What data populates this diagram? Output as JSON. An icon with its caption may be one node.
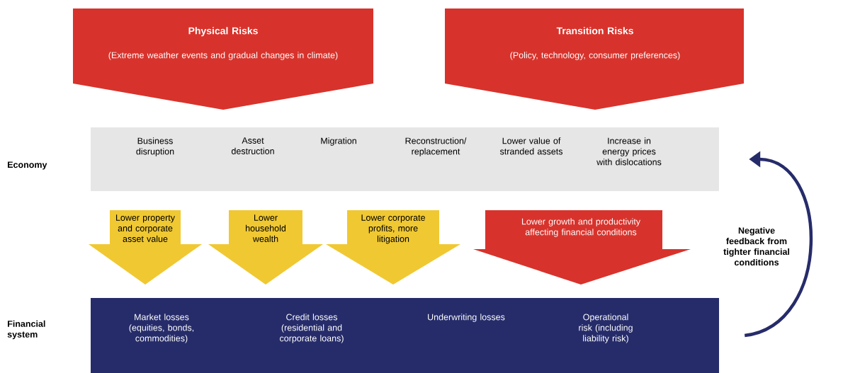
{
  "diagram": {
    "nodes": [
      {
        "text": [
          "Physical Risks",
          "(Extreme weather events and gradual changes in climate)"
        ]
      },
      {
        "text": [
          "Transition Risks",
          "(Policy, technology, consumer preferences)"
        ]
      },
      {
        "text": [
          "Business disruption",
          "Asset destruction",
          "Migration",
          "Reconstruction/ replacement",
          "Lower value of stranded assets",
          "Increase in energy prices with dislocations"
        ]
      },
      {
        "text": [
          "Lower property and corporate asset value"
        ]
      },
      {
        "text": [
          "Lower household wealth"
        ]
      },
      {
        "text": [
          "Lower corporate profits, more litigation"
        ]
      },
      {
        "text": [
          "Lower growth and productivity affecting financial conditions"
        ]
      },
      {
        "text": [
          "Market losses (equities, bonds, commodities)",
          "Credit losses (residential and corporate loans)",
          "Underwriting losses",
          "Operational risk (including liability risk)"
        ]
      }
    ],
    "edges": [
      {
        "from": 7,
        "to": 2,
        "arrow": "to",
        "label": "Negative feedback from tighter financial conditions",
        "color": "#262c6a"
      }
    ],
    "labels": [
      "Economy",
      "Financial system"
    ]
  }
}
